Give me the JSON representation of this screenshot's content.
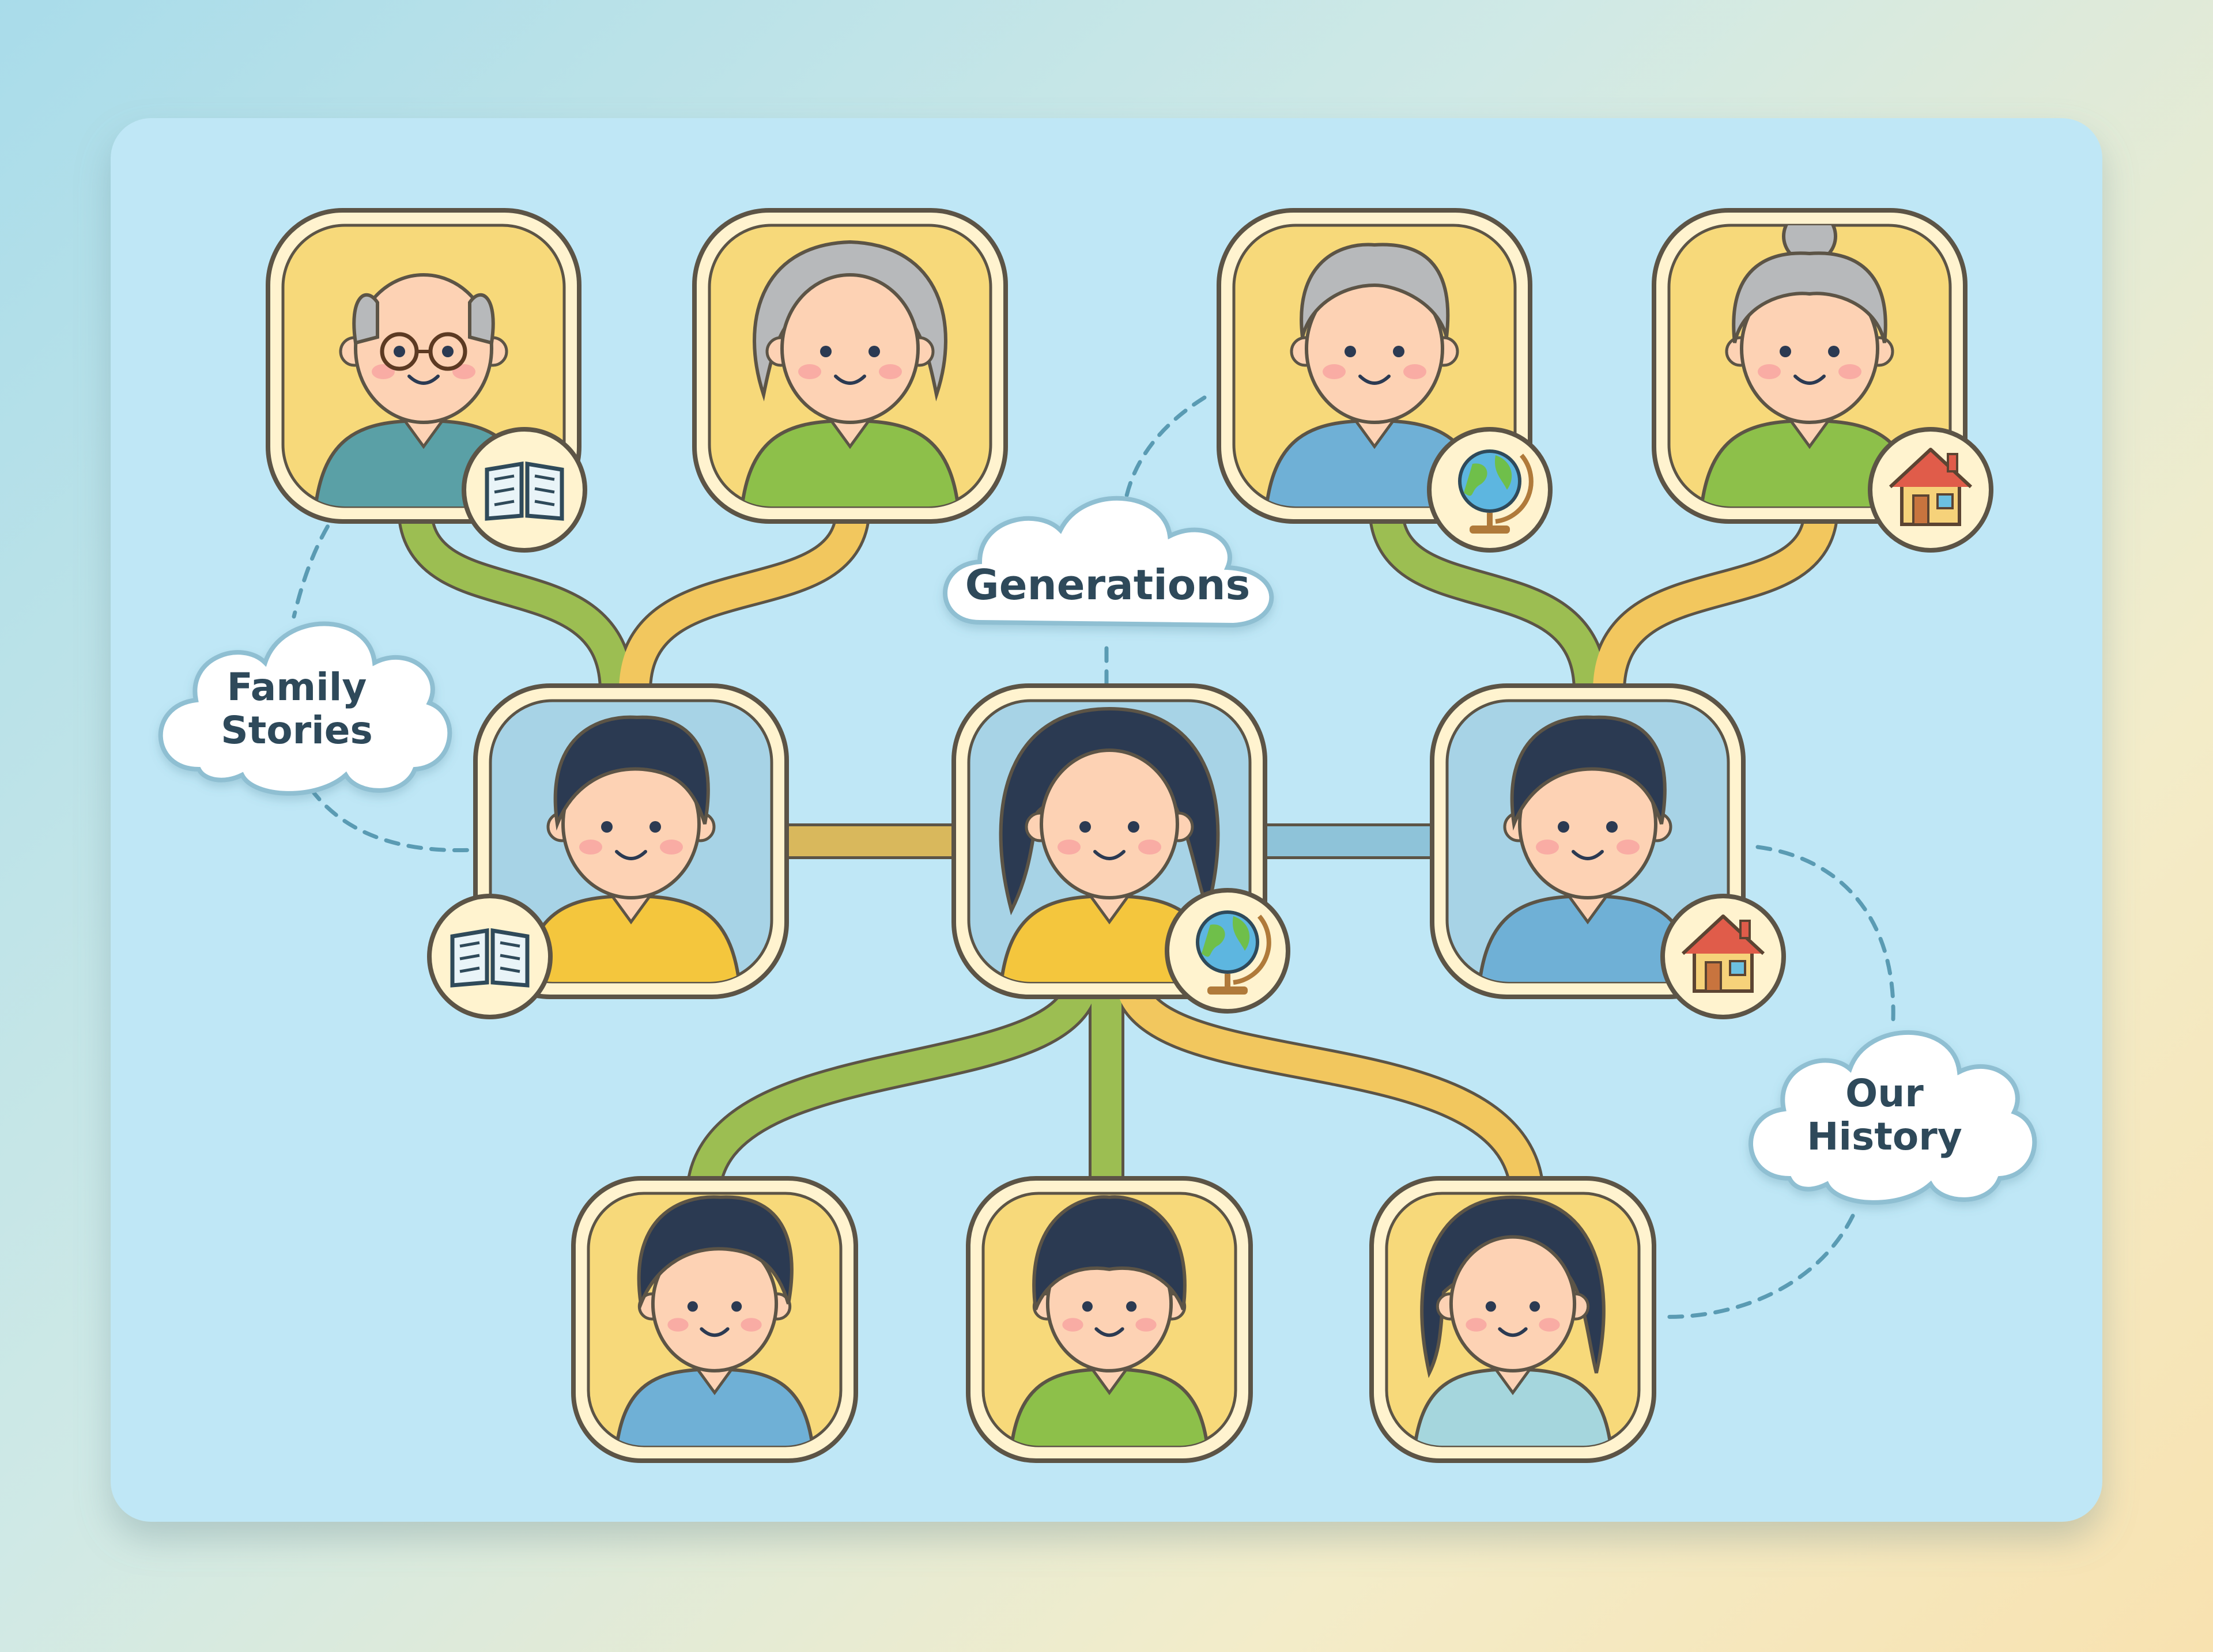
{
  "colors": {
    "panel": "#bfe7f6",
    "tile_gold": "#f7d97a",
    "tile_blue": "#a7d3e6",
    "tile_frame": "#fff3cf",
    "outline": "#5c5446",
    "branch_green": "#9cbe52",
    "branch_gold": "#f2c75e",
    "branch_blue": "#8ec3d9",
    "skin": "#fdd2b4",
    "cheek": "#f7a2a0",
    "hair_dark": "#2b3a52",
    "hair_gray": "#b7b9bb",
    "cloud": "#ffffff",
    "cloud_outline": "#8fbfd2",
    "dash": "#5a9bb3"
  },
  "clouds": {
    "generations": "Generations",
    "family_stories": [
      "Family",
      "Stories"
    ],
    "our_history": [
      "Our",
      "History"
    ]
  },
  "people": [
    {
      "id": "grandfather-1",
      "generation": "grandparents",
      "hair": "bald",
      "glasses": true,
      "shirt": "#5aa0a6",
      "badge": "book-icon"
    },
    {
      "id": "grandmother-1",
      "generation": "grandparents",
      "hair": "gray-curly",
      "shirt": "#8dc04a"
    },
    {
      "id": "grandfather-2",
      "generation": "grandparents",
      "hair": "gray-short",
      "shirt": "#6fb0d6",
      "badge": "globe-icon"
    },
    {
      "id": "grandmother-2",
      "generation": "grandparents",
      "hair": "gray-bun",
      "shirt": "#8dc04a",
      "badge": "house-icon"
    },
    {
      "id": "father",
      "generation": "parents",
      "hair": "dark-short",
      "shirt": "#f4c63d",
      "badge": "book-icon"
    },
    {
      "id": "mother",
      "generation": "parents",
      "hair": "dark-long",
      "shirt": "#f4c63d",
      "badge": "globe-icon"
    },
    {
      "id": "uncle",
      "generation": "parents",
      "hair": "dark-short",
      "shirt": "#6fb0d6",
      "badge": "house-icon"
    },
    {
      "id": "child-1",
      "generation": "children",
      "hair": "dark-short",
      "shirt": "#6fb0d6"
    },
    {
      "id": "child-2",
      "generation": "children",
      "hair": "dark-bowl",
      "shirt": "#8dc04a"
    },
    {
      "id": "child-3",
      "generation": "children",
      "hair": "dark-bob",
      "shirt": "#a5d6dd"
    }
  ]
}
